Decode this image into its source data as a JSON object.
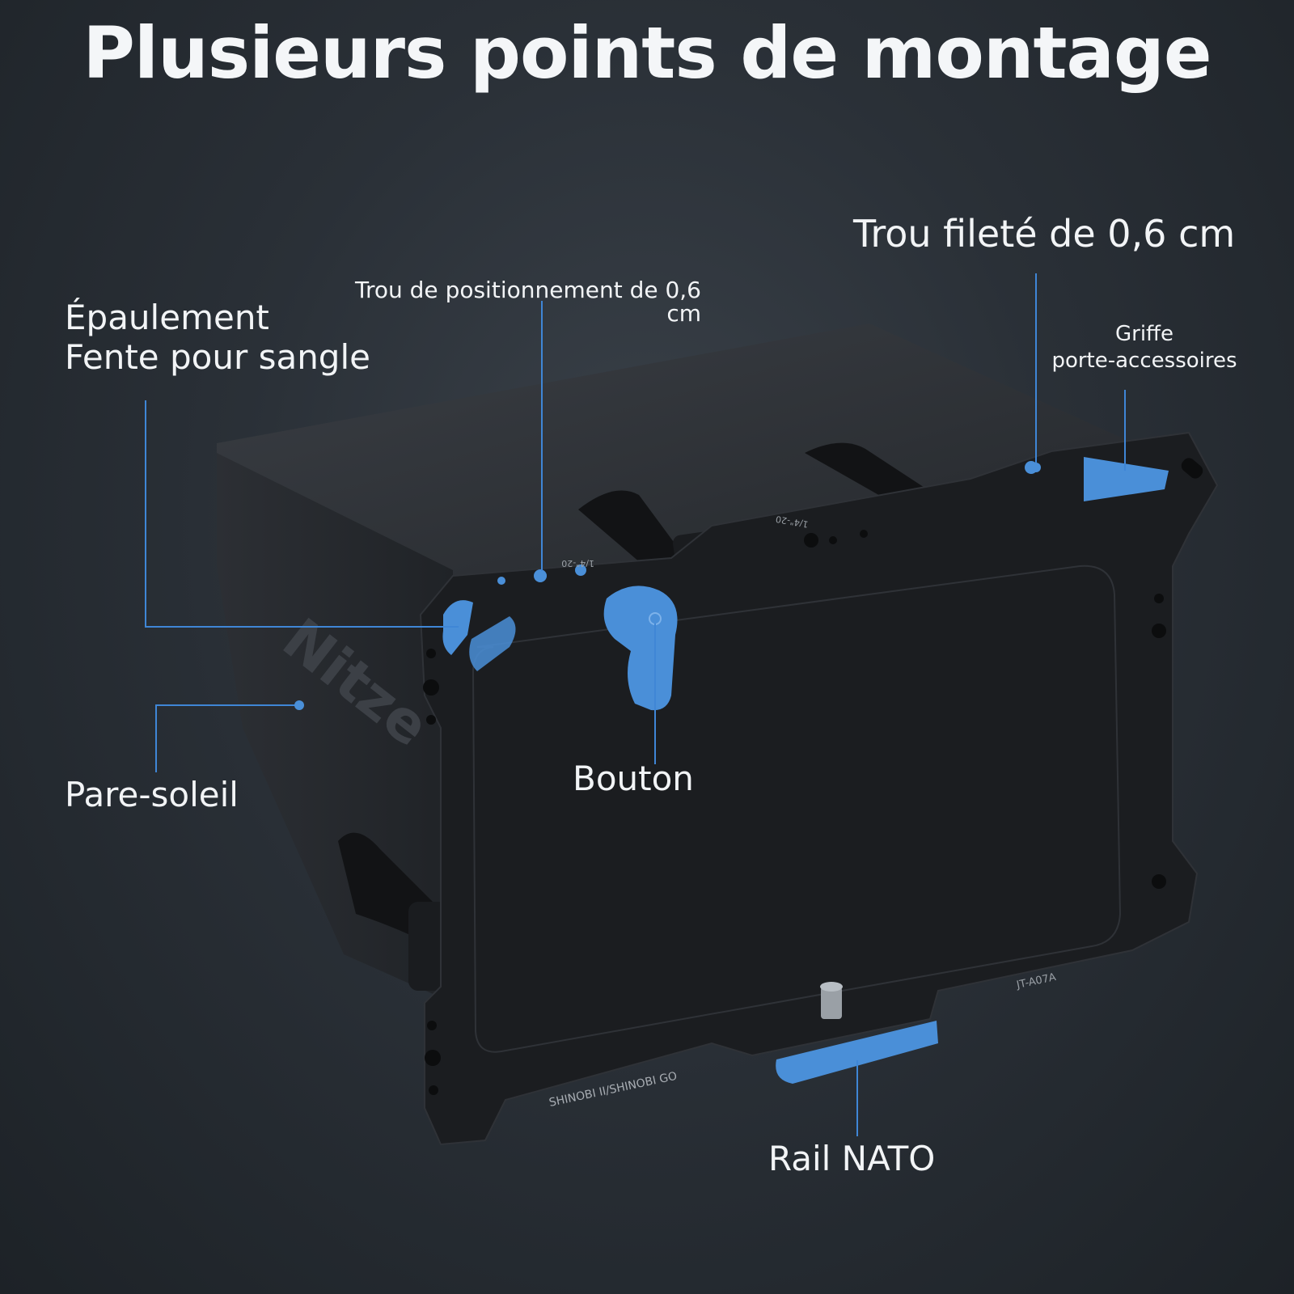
{
  "title": "Plusieurs points de montage",
  "labels": {
    "shoulder_line1": "Épaulement",
    "shoulder_line2": "Fente pour sangle",
    "positioning_hole_line1": "Trou de positionnement de 0,6",
    "positioning_hole_line2": "cm",
    "threaded_hole": "Trou fileté de 0,6 cm",
    "cold_shoe_line1": "Griffe",
    "cold_shoe_line2": "porte-accessoires",
    "sunshade": "Pare-soleil",
    "knob": "Bouton",
    "nato_rail": "Rail NATO"
  },
  "product_markings": {
    "brand": "Nitze",
    "model": "JT-A07A",
    "compatibility": "SHINOBI II/SHINOBI GO",
    "thread_mark_left": "1/4\"-20",
    "thread_mark_top": "1/4\"-20"
  },
  "colors": {
    "accent_blue": "#4a8fd8",
    "line_blue": "#3f86d6",
    "metal_dark": "#1b1d20",
    "hood_dark": "#2b2e33"
  }
}
